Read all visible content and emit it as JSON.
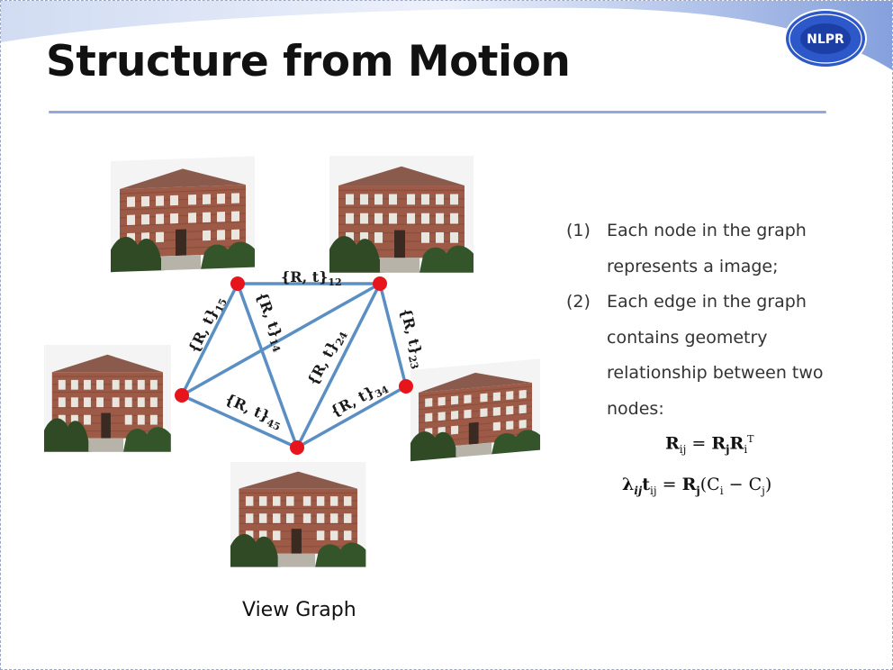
{
  "slide": {
    "title": "Structure from Motion",
    "logo_text": "NLPR",
    "caption": "View Graph"
  },
  "graph": {
    "nodes": [
      "1",
      "2",
      "3",
      "4",
      "5"
    ],
    "edges": [
      {
        "from": "1",
        "to": "2",
        "label_main": "{R, t}",
        "label_sub": "12"
      },
      {
        "from": "1",
        "to": "5",
        "label_main": "{R, t}",
        "label_sub": "15"
      },
      {
        "from": "1",
        "to": "4",
        "label_main": "{R, t}",
        "label_sub": "14"
      },
      {
        "from": "2",
        "to": "3",
        "label_main": "{R, t}",
        "label_sub": "23"
      },
      {
        "from": "2",
        "to": "4",
        "label_main": "{R, t}",
        "label_sub": "24"
      },
      {
        "from": "3",
        "to": "4",
        "label_main": "{R, t}",
        "label_sub": "34"
      },
      {
        "from": "4",
        "to": "5",
        "label_main": "{R, t}",
        "label_sub": "45"
      },
      {
        "from": "2",
        "to": "5",
        "label_main": "",
        "label_sub": ""
      }
    ],
    "node_color": "#e8141b",
    "edge_color": "#5b8fc4"
  },
  "notes": [
    {
      "num": "(1)",
      "text": "Each node in the graph represents a image;"
    },
    {
      "num": "(2)",
      "text": "Each edge in the graph contains geometry relationship between two nodes:"
    }
  ],
  "formulas": {
    "f1": {
      "lhs": "R",
      "lhs_sub": "ij",
      "eq": "=",
      "r1": "R",
      "r1_sub": "j",
      "r2": "R",
      "r2_sub": "i",
      "r2_sup": "T"
    },
    "f2": {
      "lam": "λ",
      "lam_sub": "ij",
      "t": "t",
      "t_sub": "ij",
      "eq": "=",
      "r": "R",
      "r_sub": "j",
      "open": "(",
      "c1": "C",
      "c1_sub": "i",
      "minus": "−",
      "c2": "C",
      "c2_sub": "j",
      "close": ")"
    }
  }
}
